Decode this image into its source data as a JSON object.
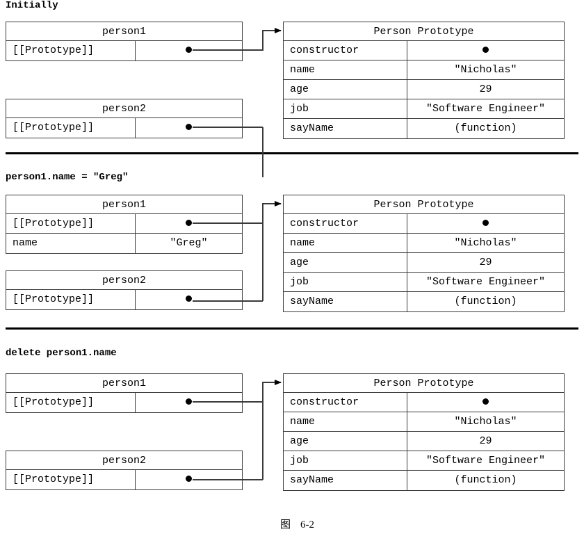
{
  "figure": {
    "caption_label": "图",
    "caption_number": "6-2"
  },
  "prototype_table": {
    "title": "Person Prototype",
    "rows": [
      {
        "key": "constructor",
        "value": "",
        "is_pointer": true
      },
      {
        "key": "name",
        "value": "\"Nicholas\"",
        "is_pointer": false
      },
      {
        "key": "age",
        "value": "29",
        "is_pointer": false
      },
      {
        "key": "job",
        "value": "\"Software Engineer\"",
        "is_pointer": false
      },
      {
        "key": "sayName",
        "value": "(function)",
        "is_pointer": false
      }
    ]
  },
  "sections": [
    {
      "heading": "Initially",
      "person1": {
        "title": "person1",
        "rows": [
          {
            "key": "[[Prototype]]",
            "value": "",
            "is_pointer": true
          }
        ]
      },
      "person2": {
        "title": "person2",
        "rows": [
          {
            "key": "[[Prototype]]",
            "value": "",
            "is_pointer": true
          }
        ]
      }
    },
    {
      "heading": "person1.name = \"Greg\"",
      "person1": {
        "title": "person1",
        "rows": [
          {
            "key": "[[Prototype]]",
            "value": "",
            "is_pointer": true
          },
          {
            "key": "name",
            "value": "\"Greg\"",
            "is_pointer": false
          }
        ]
      },
      "person2": {
        "title": "person2",
        "rows": [
          {
            "key": "[[Prototype]]",
            "value": "",
            "is_pointer": true
          }
        ]
      }
    },
    {
      "heading": "delete person1.name",
      "person1": {
        "title": "person1",
        "rows": [
          {
            "key": "[[Prototype]]",
            "value": "",
            "is_pointer": true
          }
        ]
      },
      "person2": {
        "title": "person2",
        "rows": [
          {
            "key": "[[Prototype]]",
            "value": "",
            "is_pointer": true
          }
        ]
      }
    }
  ],
  "colors": {
    "line": "#3a3a3a",
    "ink": "#000000",
    "background": "#ffffff"
  }
}
